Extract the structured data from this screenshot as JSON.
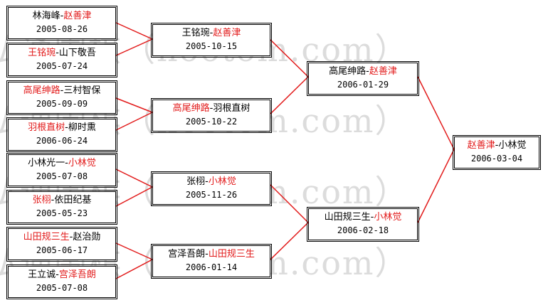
{
  "watermark": "弘通围棋（hootom.com）",
  "matches": {
    "r1_1": {
      "p1": "林海峰",
      "p2": "赵善津",
      "winner": 2,
      "date": "2005-08-26"
    },
    "r1_2": {
      "p1": "王铭琬",
      "p2": "山下敬吾",
      "winner": 1,
      "date": "2005-07-24"
    },
    "r1_3": {
      "p1": "高尾绅路",
      "p2": "三村智保",
      "winner": 1,
      "date": "2005-09-09"
    },
    "r1_4": {
      "p1": "羽根直树",
      "p2": "柳时熏",
      "winner": 1,
      "date": "2006-06-24"
    },
    "r1_5": {
      "p1": "小林光一",
      "p2": "小林觉",
      "winner": 2,
      "date": "2005-07-08"
    },
    "r1_6": {
      "p1": "张栩",
      "p2": "依田纪基",
      "winner": 1,
      "date": "2005-05-23"
    },
    "r1_7": {
      "p1": "山田规三生",
      "p2": "赵治勋",
      "winner": 1,
      "date": "2005-06-17"
    },
    "r1_8": {
      "p1": "王立诚",
      "p2": "宫泽吾朗",
      "winner": 2,
      "date": "2005-07-08"
    },
    "r2_1": {
      "p1": "王铭琬",
      "p2": "赵善津",
      "winner": 2,
      "date": "2005-10-15"
    },
    "r2_2": {
      "p1": "高尾绅路",
      "p2": "羽根直树",
      "winner": 1,
      "date": "2005-10-22"
    },
    "r2_3": {
      "p1": "张栩",
      "p2": "小林觉",
      "winner": 2,
      "date": "2005-11-26"
    },
    "r2_4": {
      "p1": "宫泽吾朗",
      "p2": "山田规三生",
      "winner": 2,
      "date": "2006-01-14"
    },
    "r3_1": {
      "p1": "高尾绅路",
      "p2": "赵善津",
      "winner": 2,
      "date": "2006-01-29"
    },
    "r3_2": {
      "p1": "山田规三生",
      "p2": "小林觉",
      "winner": 2,
      "date": "2006-02-18"
    },
    "final": {
      "p1": "赵善津",
      "p2": "小林觉",
      "winner": 1,
      "date": "2006-03-04"
    }
  },
  "colors": {
    "winner": "#e21b1b",
    "line": "#e21b1b",
    "watermark": "#dcdcdc"
  }
}
